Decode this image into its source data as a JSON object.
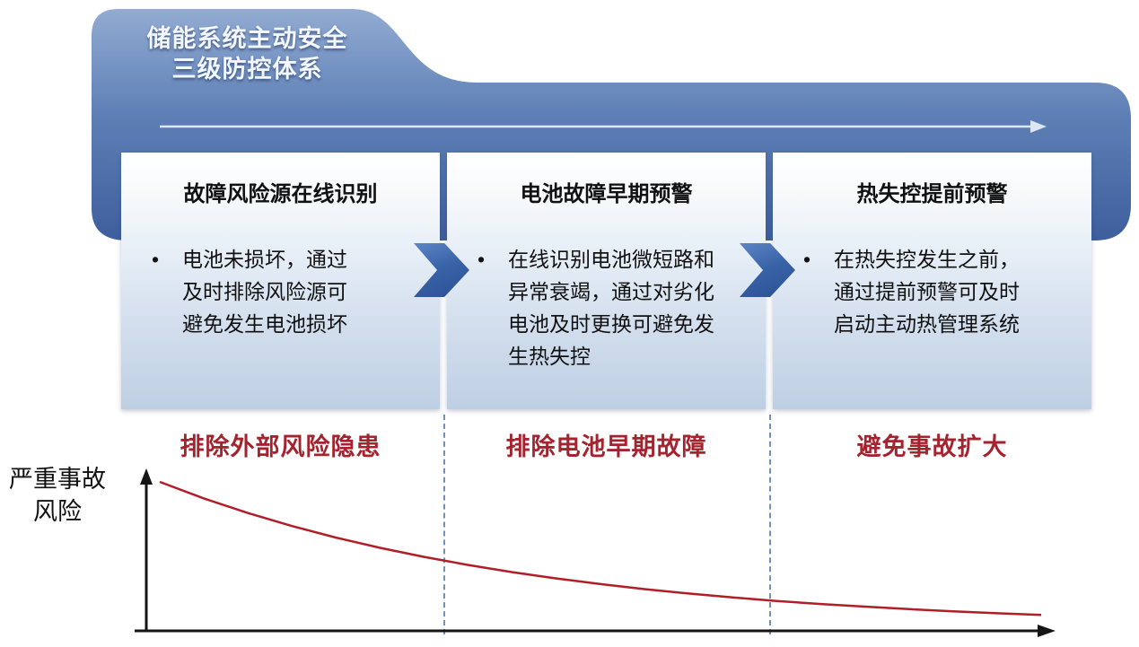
{
  "banner": {
    "title_line1": "储能系统主动安全",
    "title_line2": "三级防控体系"
  },
  "cards": [
    {
      "header": "故障风险源在线识别",
      "bullet_marker": "•",
      "bullet": "电池未损坏，通过及时排除风险源可避免发生电池损坏",
      "footer_label": "排除外部风险隐患"
    },
    {
      "header": "电池故障早期预警",
      "bullet_marker": "•",
      "bullet": "在线识别电池微短路和异常衰竭，通过对劣化电池及时更换可避免发生热失控",
      "footer_label": "排除电池早期故障"
    },
    {
      "header": "热失控提前预警",
      "bullet_marker": "•",
      "bullet": "在热失控发生之前，通过提前预警可及时启动主动热管理系统",
      "footer_label": "避免事故扩大"
    }
  ],
  "chart": {
    "ylabel_line1": "严重事故",
    "ylabel_line2": "风险"
  },
  "colors": {
    "banner_gradient_top": "#92abd2",
    "banner_gradient_bottom": "#3e5e9d",
    "card_background_bottom": "#bfcfe3",
    "chevron_blue": "#3a64a8",
    "footer_label_red": "#a3232f",
    "curve": "#b01f27",
    "dashed_line": "#7191b8",
    "axis": "#151515"
  },
  "chart_data": {
    "type": "line",
    "title": "",
    "xlabel": "",
    "ylabel": "严重事故风险",
    "x_range": [
      0,
      100
    ],
    "y_range": [
      0,
      100
    ],
    "grid": false,
    "legend": false,
    "series": [
      {
        "name": "严重事故风险",
        "x": [
          0,
          5,
          10,
          15,
          20,
          25,
          30,
          35,
          40,
          45,
          50,
          55,
          60,
          65,
          70,
          75,
          80,
          85,
          90,
          95,
          100
        ],
        "y": [
          100,
          88.7,
          78.7,
          69.8,
          61.9,
          54.9,
          48.7,
          43.2,
          38.3,
          34.0,
          30.1,
          26.7,
          23.7,
          21.0,
          18.6,
          16.5,
          14.7,
          13.0,
          11.5,
          10.2,
          9.1
        ]
      }
    ],
    "annotations": [
      "排除外部风险隐患",
      "排除电池早期故障",
      "避免事故扩大"
    ]
  }
}
